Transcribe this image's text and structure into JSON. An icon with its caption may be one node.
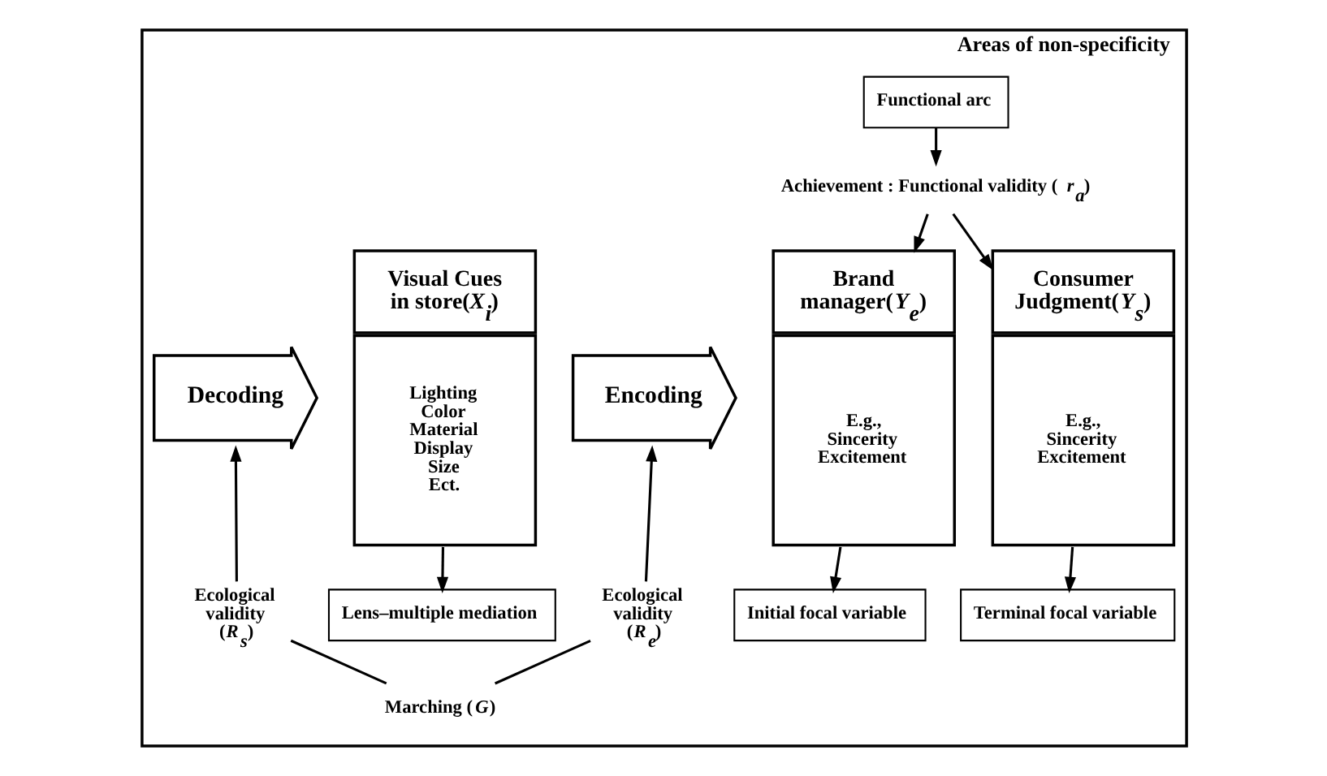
{
  "diagram": {
    "nodes": [
      {
        "text": [
          "Areas of non-specificity"
        ]
      },
      {
        "text": [
          "Functional arc"
        ],
        "in": 0
      },
      {
        "text": [
          "Achievement : Functional validity (*r$_{a}$*)"
        ],
        "in": 0
      },
      {
        "text": [
          "Brand manager(*Y$_{e}$*)",
          "E.g., Sincerity Excitement"
        ],
        "in": 0
      },
      {
        "text": [
          "Encoding"
        ],
        "in": 0
      },
      {
        "text": [
          "Visual Cues in store(*X$_{i}$*)",
          "Lighting Color Material Display Size Ect."
        ],
        "in": 0
      },
      {
        "text": [
          "Decoding"
        ],
        "in": 0
      },
      {
        "text": [
          "Consumer Judgment(*Y$_{s}$*)",
          "E.g., Sincerity Excitement"
        ],
        "in": 0
      },
      {
        "text": [
          "Ecological validity (*R$_{e}$*)"
        ],
        "in": 0
      },
      {
        "text": [
          "Ecological validity (*R$_{s}$*)"
        ],
        "in": 0
      },
      {
        "text": [
          "Initial focal variable"
        ],
        "in": 0
      },
      {
        "text": [
          "Lens–multiple mediation"
        ],
        "in": 0
      },
      {
        "text": [
          "Terminal focal variable"
        ],
        "in": 0
      },
      {
        "text": [
          "Marching (*G*)"
        ],
        "in": 0
      }
    ],
    "edges": [
      {
        "from": 1,
        "to": 2,
        "arrow": "to"
      },
      {
        "from": 2,
        "to": 3,
        "arrow": "to"
      },
      {
        "from": 2,
        "to": 7,
        "arrow": "to"
      },
      {
        "from": 8,
        "to": 4,
        "arrow": "to"
      },
      {
        "from": 9,
        "to": 6,
        "arrow": "to"
      },
      {
        "from": 3,
        "to": 10,
        "arrow": "to"
      },
      {
        "from": 5,
        "to": 11,
        "arrow": "to"
      },
      {
        "from": 7,
        "to": 12,
        "arrow": "to"
      },
      {
        "from": 13,
        "to": 8,
        "arrow": "none"
      },
      {
        "from": 13,
        "to": 9,
        "arrow": "none"
      }
    ]
  }
}
